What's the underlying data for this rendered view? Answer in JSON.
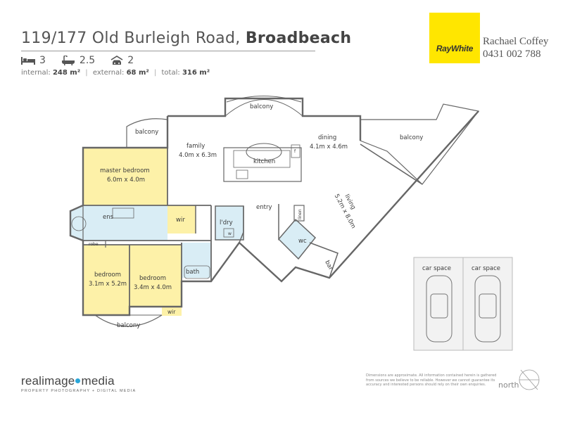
{
  "header": {
    "address": "119/177 Old Burleigh Road, ",
    "suburb": "Broadbeach",
    "bedrooms": "3",
    "bathrooms": "2.5",
    "car_spaces": "2",
    "internal_label": "internal:",
    "internal_value": "248 m²",
    "external_label": "external:",
    "external_value": "68 m²",
    "total_label": "total:",
    "total_value": "316 m²",
    "separator": "|"
  },
  "agency": {
    "brand": "RayWhite",
    "brand_color": "#ffe600",
    "agent_name": "Rachael Coffey",
    "agent_phone": "0431 002 788"
  },
  "rooms": {
    "balcony_top": "balcony",
    "balcony_left": "balcony",
    "balcony_right": "balcony",
    "balcony_bottom": "balcony",
    "family": "family",
    "family_dims": "4.0m x 6.3m",
    "kitchen": "kitchen",
    "dining": "dining",
    "dining_dims": "4.1m x 4.6m",
    "living": "living",
    "living_dims": "5.2m x 8.0m",
    "master": "master bedroom",
    "master_dims": "6.0m x 4.0m",
    "ens": "ens",
    "wir_master": "wir",
    "robe": "robe",
    "bedroom2": "bedroom",
    "bedroom2_dims": "3.1m x 5.2m",
    "bedroom3": "bedroom",
    "bedroom3_dims": "3.4m x 4.0m",
    "wir_bed3": "wir",
    "bath": "bath",
    "laundry": "l'dry",
    "entry": "entry",
    "wc": "wc",
    "bar": "bar",
    "linen": "linen",
    "fridge": "f",
    "washer": "w",
    "car_space_1": "car space",
    "car_space_2": "car space"
  },
  "footer": {
    "logo_a": "realimage",
    "logo_b": "media",
    "logo_tagline": "PROPERTY PHOTOGRAPHY + DIGITAL MEDIA",
    "disclaimer": "Dimensions are approximate. All information contained herein is gathered from sources we believe to be reliable. However we cannot guarantee its accuracy and interested persons should rely on their own enquiries.",
    "north": "north"
  },
  "colors": {
    "wet_area": "#d9edf5",
    "yellow_room": "#fdf1a8",
    "wall": "#666666",
    "brand_dot": "#2aa6d8"
  },
  "icons": [
    "bed-icon",
    "bath-icon",
    "car-icon",
    "north-compass-icon",
    "car-outline-icon"
  ]
}
